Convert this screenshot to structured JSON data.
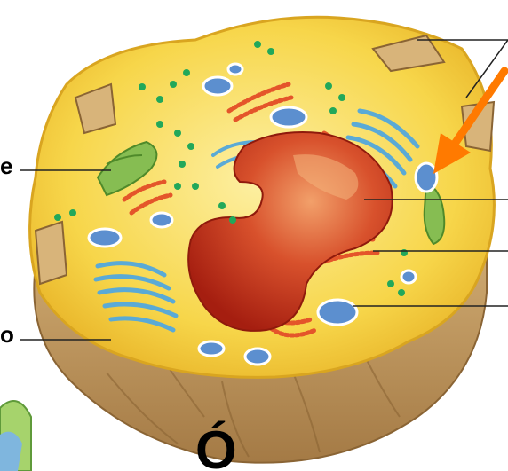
{
  "diagram": {
    "subject": "animal-cell-cross-section",
    "edge_labels": {
      "left_top": "e",
      "left_bottom": "o",
      "bottom": "Ó"
    },
    "colors": {
      "cytoplasm": "#f6d23f",
      "cytoplasm_light": "#fbe57c",
      "membrane_rock": "#c9a56a",
      "nucleus": "#c8321c",
      "nucleus_highlight": "#ea7b4a",
      "golgi": "#7ec6e8",
      "mitochondria": "#7db34a",
      "rough_er": "#e4552a",
      "vesicle_blue": "#5c8fcf",
      "granule_green": "#22a85a",
      "pointer_arrow": "#ff7a00",
      "leader_line": "#222222"
    },
    "icons": {
      "pointer": "arrow-icon"
    }
  }
}
